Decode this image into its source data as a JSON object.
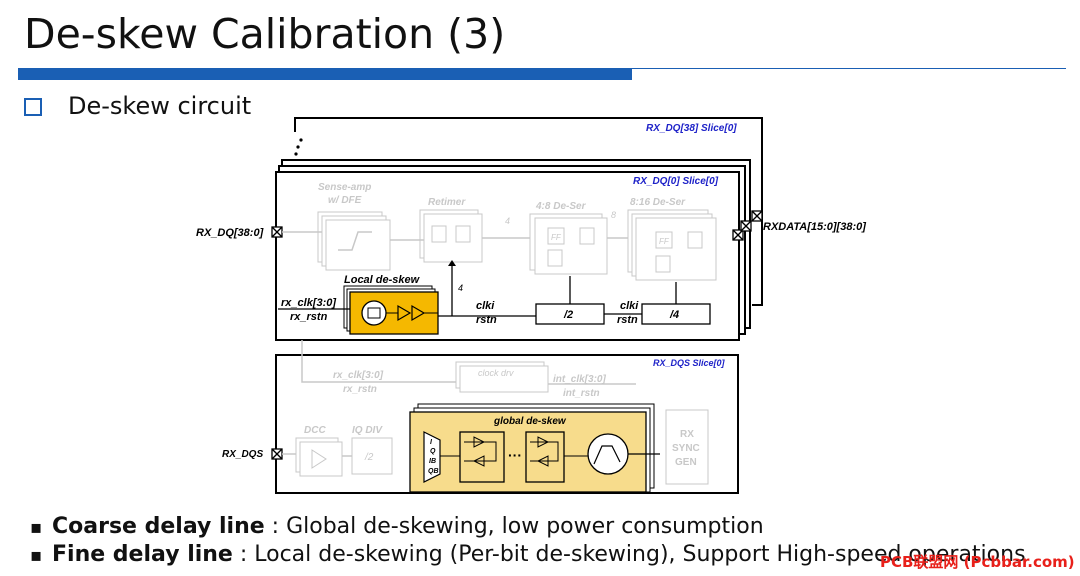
{
  "slide": {
    "title": "De-skew Calibration (3)",
    "subtitle": "De-skew circuit"
  },
  "diagram": {
    "slice_back": "RX_DQ[38] Slice[0]",
    "slice_front": "RX_DQ[0] Slice[0]",
    "input_dq": "RX_DQ[38:0]",
    "output_data": "RXDATA[15:0][38:0]",
    "sense_amp": "Sense-amp",
    "sense_amp_sub": "w/ DFE",
    "retimer": "Retimer",
    "deser_48": "4:8 De-Ser",
    "deser_816": "8:16 De-Ser",
    "bus_4a": "4",
    "bus_8": "8",
    "bus_4b": "4",
    "local_deskew": "Local de-skew",
    "rx_clk": "rx_clk[3:0]",
    "rx_rstn": "rx_rstn",
    "clki_1": "clki",
    "rstn_1": "rstn",
    "clki_2": "clki",
    "rstn_2": "rstn",
    "div2": "/2",
    "div4": "/4",
    "dqs_slice": "RX_DQS Slice[0]",
    "dqs_rx_clk": "rx_clk[3:0]",
    "dqs_rx_rstn": "rx_rstn",
    "clock_drv": "clock drv",
    "int_clk": "int_clk[3:0]",
    "int_rstn": "int_rstn",
    "dcc": "DCC",
    "iq_div": "IQ DIV",
    "iq_div2": "/2",
    "global_deskew": "global de-skew",
    "rx_sync_1": "RX",
    "rx_sync_2": "SYNC",
    "rx_sync_3": "GEN",
    "input_dqs": "RX_DQS",
    "mux_i": "I",
    "mux_q": "Q",
    "mux_ib": "IB",
    "mux_qb": "QB",
    "ff_1": "FF",
    "ff_2": "FF"
  },
  "bullets": [
    {
      "term": "Coarse delay line",
      "desc": " : Global de-skewing, low power consumption"
    },
    {
      "term": "Fine delay line",
      "desc": " : Local de-skewing (Per-bit de-skewing), Support High-speed operations"
    }
  ],
  "watermark": "PCB联盟网 (Pcbbar.com)",
  "colors": {
    "accent_bar": "#1a5fb4",
    "slice_label": "#1e22c8",
    "deskew_fill": "#f5b800",
    "global_fill": "#f7dc8c",
    "watermark": "#e8201a"
  }
}
